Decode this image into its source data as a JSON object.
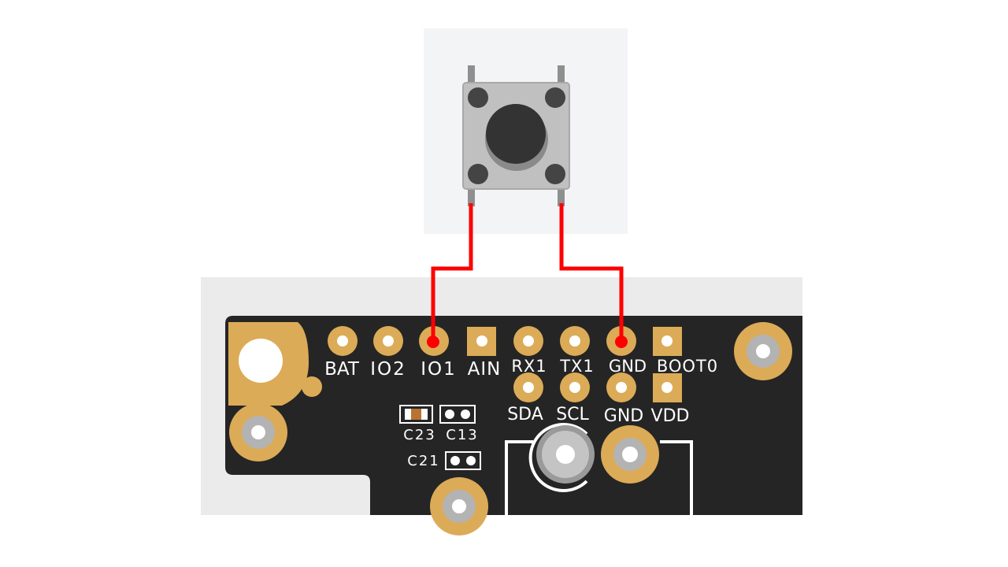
{
  "pins_top": [
    {
      "label": "BAT",
      "shape": "round"
    },
    {
      "label": "IO2",
      "shape": "round"
    },
    {
      "label": "IO1",
      "shape": "round",
      "wired": true
    },
    {
      "label": "AIN",
      "shape": "square"
    },
    {
      "label": "RX1",
      "shape": "round"
    },
    {
      "label": "TX1",
      "shape": "round"
    },
    {
      "label": "GND",
      "shape": "round",
      "wired": true
    },
    {
      "label": "BOOT0",
      "shape": "square"
    }
  ],
  "pins_bottom": [
    {
      "label": "SDA",
      "shape": "round"
    },
    {
      "label": "SCL",
      "shape": "round"
    },
    {
      "label": "GND",
      "shape": "round"
    },
    {
      "label": "VDD",
      "shape": "square"
    }
  ],
  "components": {
    "c23": "C23",
    "c13": "C13",
    "c21": "C21"
  },
  "colors": {
    "board": "#252525",
    "copper": "#dcab57",
    "hole": "#ffffff",
    "mount_hole": "#b3b3b3",
    "wire": "#ff0000",
    "button_body": "#c0c0c0",
    "button_cap": "#333333",
    "panel_bg": "#f3f4f6",
    "board_bg": "#ebebeb"
  },
  "wires": [
    {
      "from": "button-left-leg",
      "to": "IO1"
    },
    {
      "from": "button-right-leg",
      "to": "GND"
    }
  ]
}
